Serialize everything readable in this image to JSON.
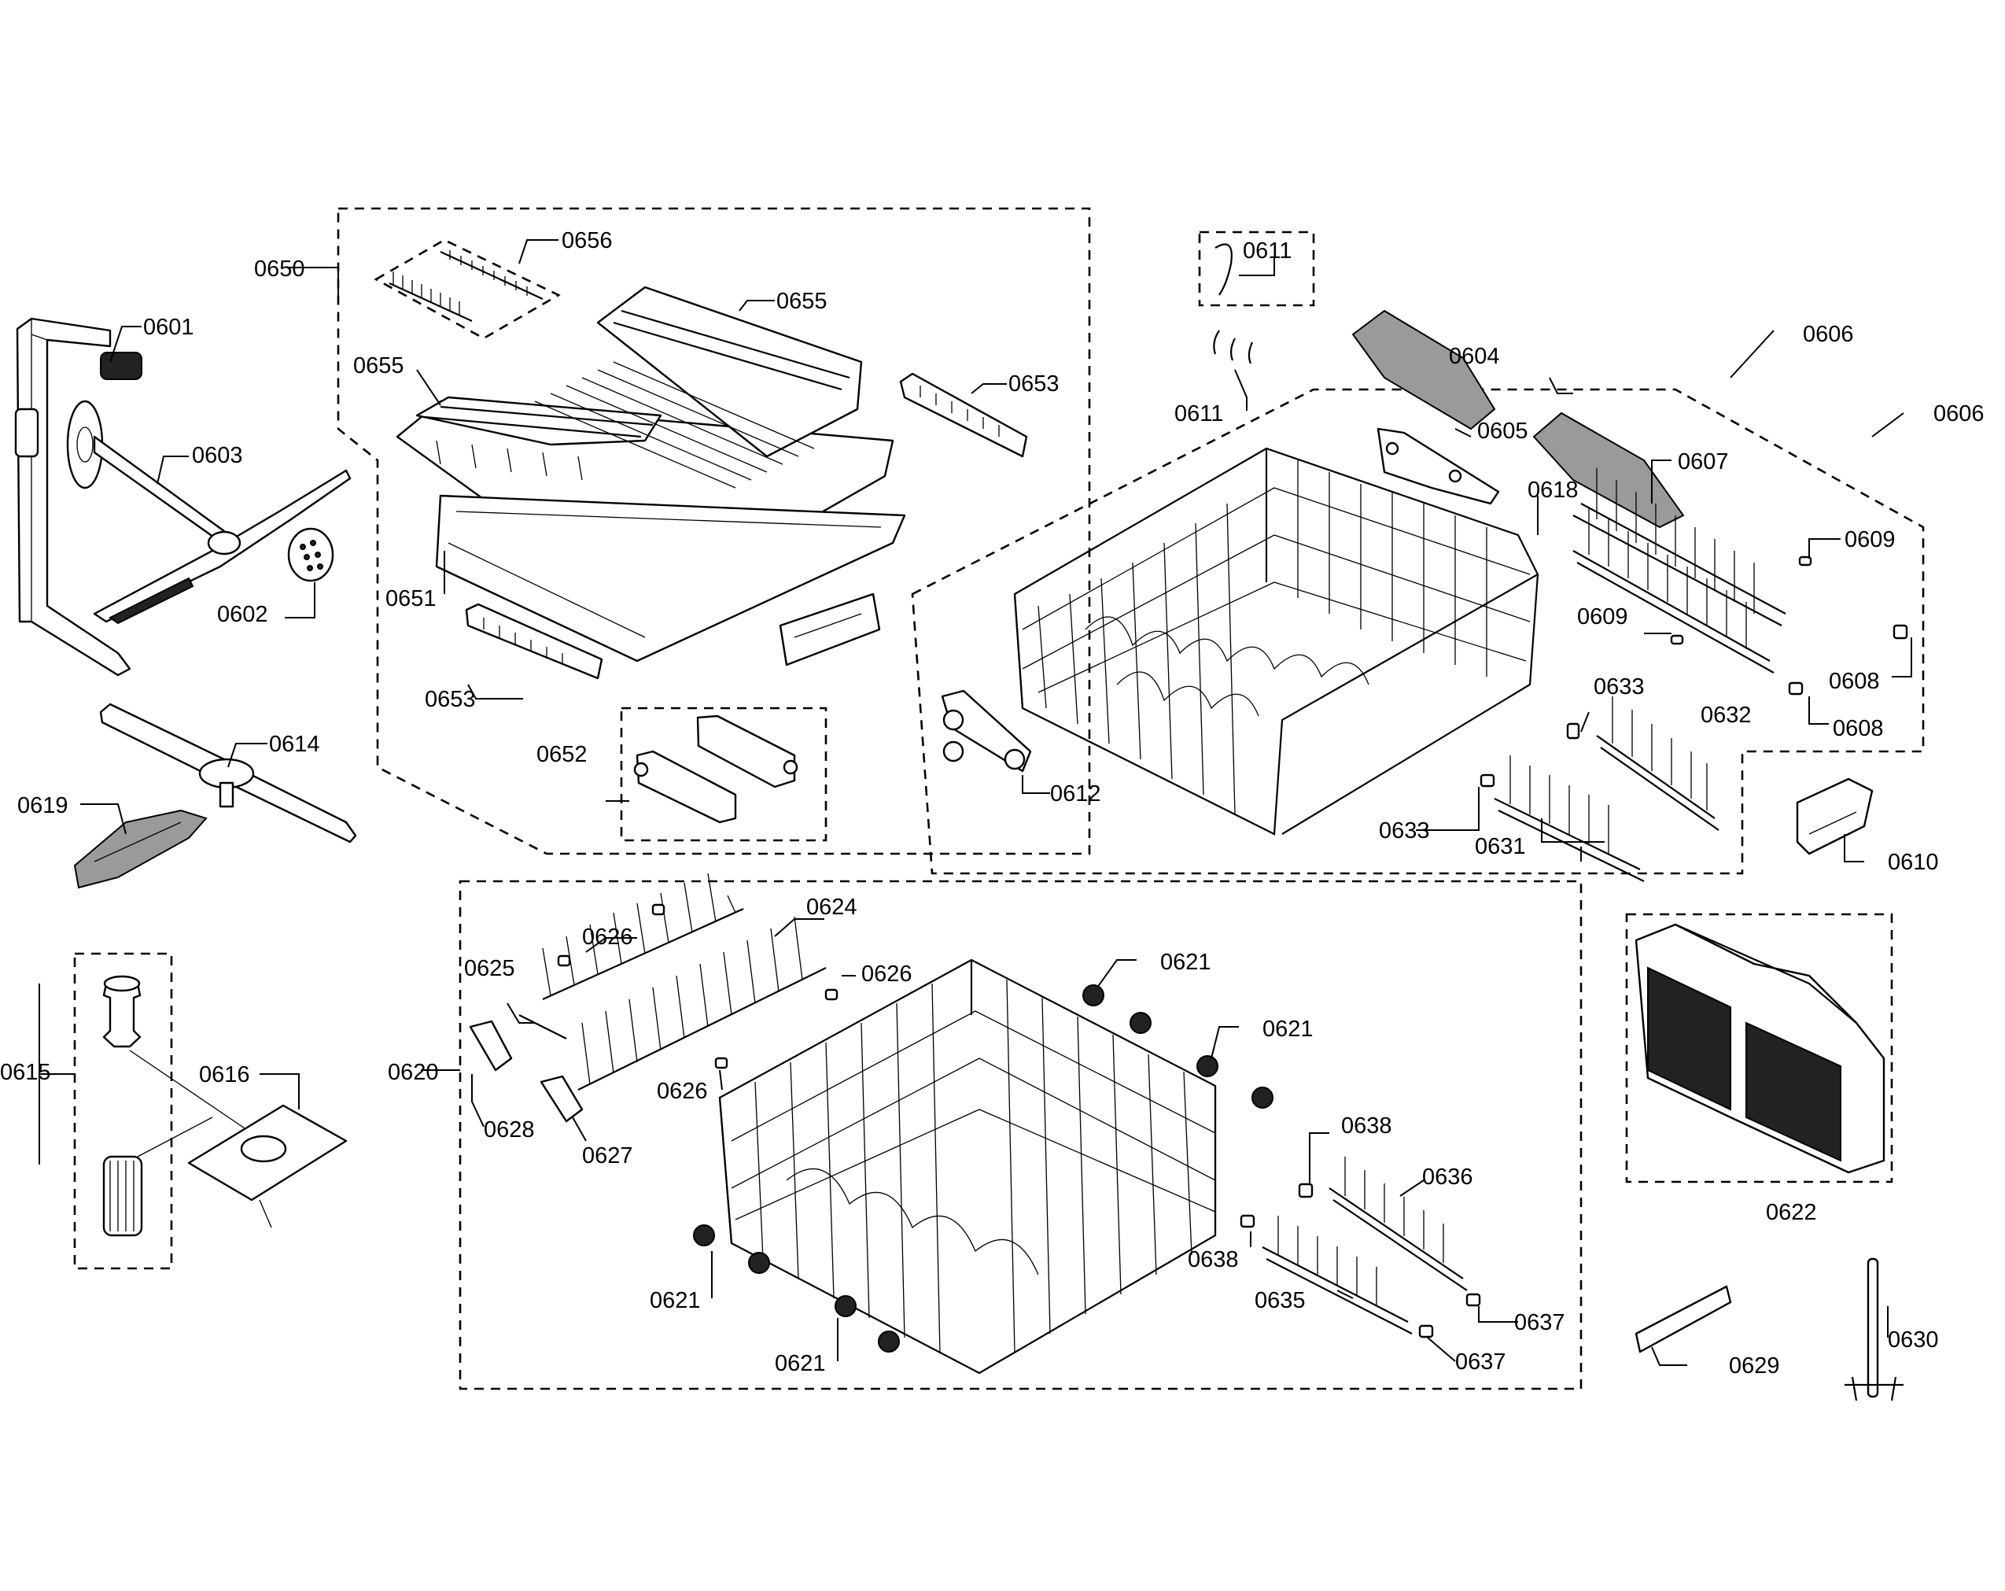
{
  "labels": {
    "p0601": "0601",
    "p0602": "0602",
    "p0603": "0603",
    "p0604": "0604",
    "p0605": "0605",
    "p0606a": "0606",
    "p0606b": "0606",
    "p0607": "0607",
    "p0608a": "0608",
    "p0608b": "0608",
    "p0609a": "0609",
    "p0609b": "0609",
    "p0610": "0610",
    "p0611a": "0611",
    "p0611b": "0611",
    "p0612": "0612",
    "p0614": "0614",
    "p0615": "0615",
    "p0616": "0616",
    "p0618": "0618",
    "p0619": "0619",
    "p0620": "0620",
    "p0621a": "0621",
    "p0621b": "0621",
    "p0621c": "0621",
    "p0621d": "0621",
    "p0622": "0622",
    "p0624": "0624",
    "p0625": "0625",
    "p0626a": "0626",
    "p0626b": "0626",
    "p0626c": "0626",
    "p0627": "0627",
    "p0628": "0628",
    "p0629": "0629",
    "p0630": "0630",
    "p0631": "0631",
    "p0632": "0632",
    "p0633a": "0633",
    "p0633b": "0633",
    "p0635": "0635",
    "p0636": "0636",
    "p0637a": "0637",
    "p0637b": "0637",
    "p0638a": "0638",
    "p0638b": "0638",
    "p0650": "0650",
    "p0651": "0651",
    "p0652": "0652",
    "p0653a": "0653",
    "p0653b": "0653",
    "p0655a": "0655",
    "p0655b": "0655",
    "p0656": "0656"
  }
}
